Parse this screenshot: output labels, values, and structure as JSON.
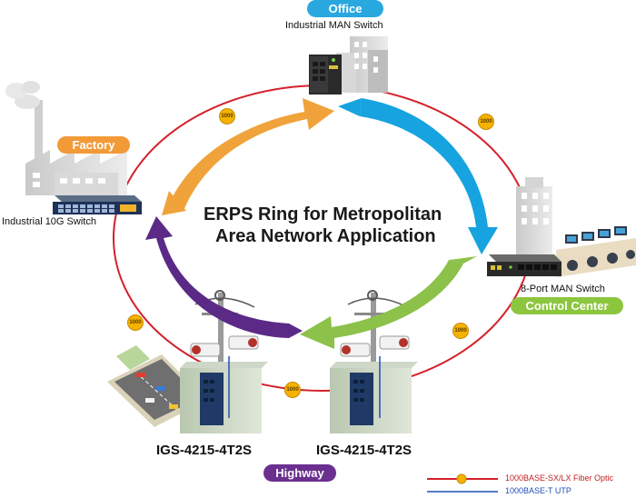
{
  "title": {
    "line1": "ERPS Ring for Metropolitan",
    "line2": "Area Network Application"
  },
  "sites": {
    "office": "Office",
    "factory": "Factory",
    "control_center": "Control Center",
    "highway": "Highway"
  },
  "devices": {
    "office_switch": "Industrial MAN Switch",
    "factory_switch": "Industrial 10G Switch",
    "control_switch": "8-Port MAN Switch",
    "highway_left": "IGS-4215-4T2S",
    "highway_right": "IGS-4215-4T2S"
  },
  "link_badge": "1000",
  "legend": {
    "fiber": "1000BASE-SX/LX Fiber Optic",
    "utp": "1000BASE-T UTP"
  },
  "colors": {
    "ring": "#d4202a",
    "utp": "#1f4fb8",
    "arrow_orange": "#f0a33a",
    "arrow_blue": "#16a3e0",
    "arrow_green": "#8cc14a",
    "arrow_purple": "#5b2a86",
    "pill_blue": "#29a8e0",
    "pill_orange": "#f29a38",
    "pill_green": "#8cc63f",
    "pill_purple": "#6a2f8f"
  }
}
